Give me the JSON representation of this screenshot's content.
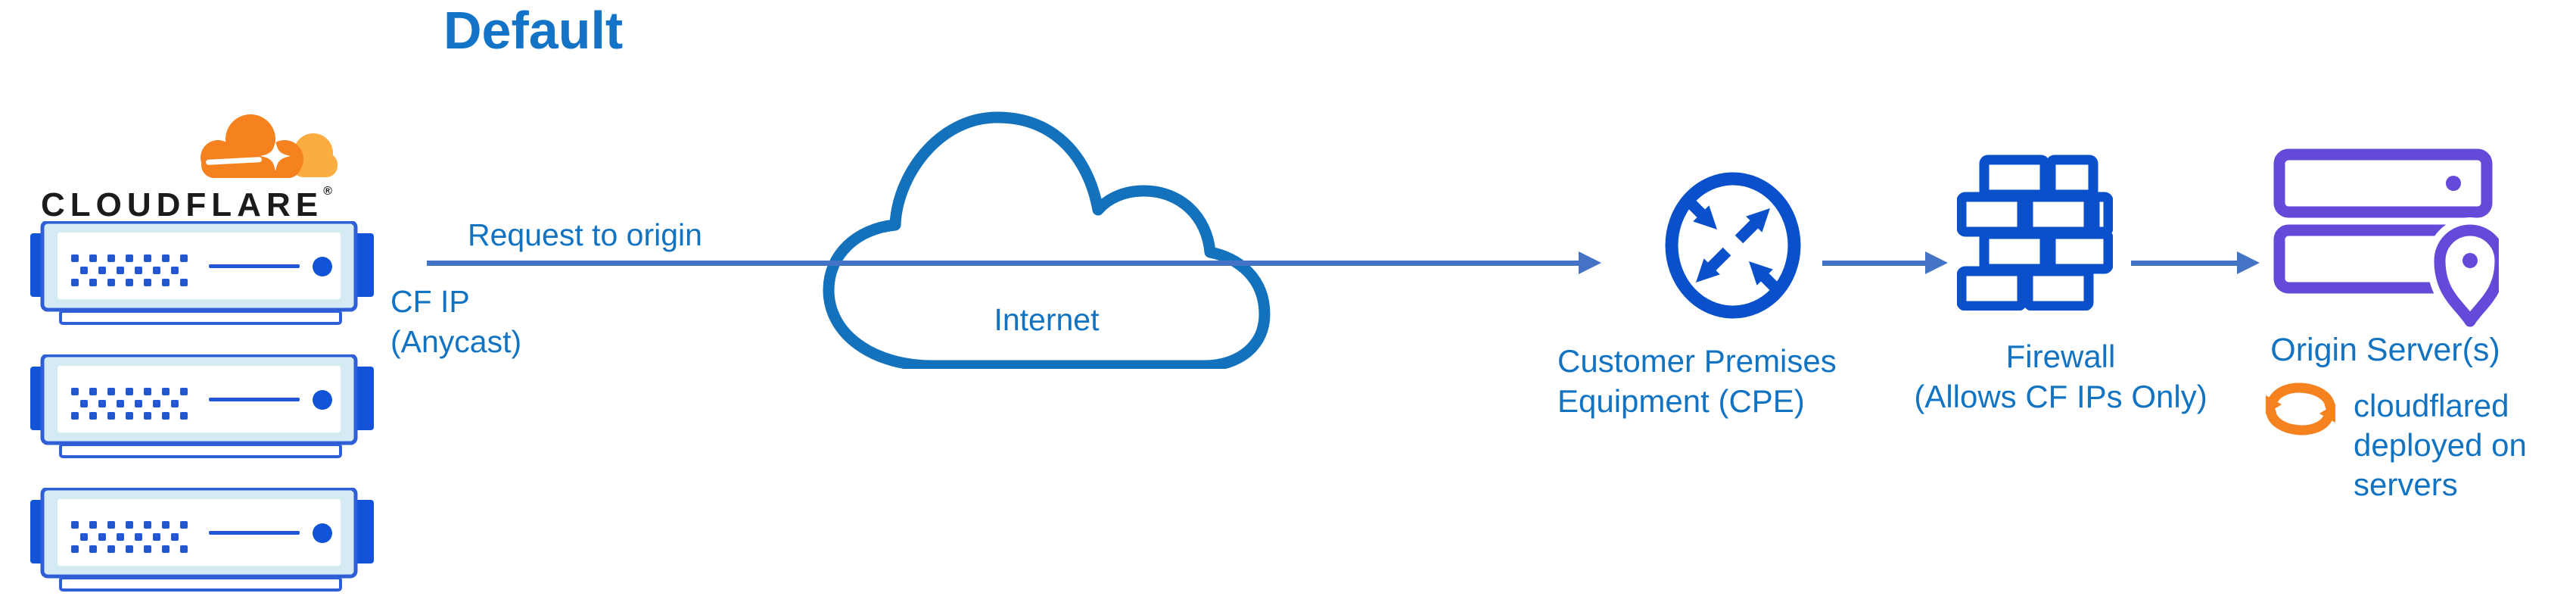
{
  "title": "Default",
  "logo": {
    "wordmark": "CLOUDFLARE",
    "registered": "®"
  },
  "labels": {
    "request": "Request to origin",
    "cf_ip": [
      "CF IP",
      "(Anycast)"
    ],
    "internet": "Internet",
    "cpe": [
      "Customer Premises",
      "Equipment (CPE)"
    ],
    "firewall": [
      "Firewall",
      "(Allows CF IPs Only)"
    ],
    "origin": "Origin Server(s)",
    "cloudflared_note": [
      "cloudflared",
      "deployed on",
      "servers"
    ]
  },
  "icons": {
    "cloudflare-logo-icon": "orange two-tone cloud with white flare",
    "edge-server-icon": "blue rack server with dot-matrix front panel (x3)",
    "internet-cloud-icon": "blue outlined cloud",
    "cpe-router-icon": "blue circle with four diagonal arrows",
    "firewall-icon": "blue brick wall",
    "origin-servers-icon": "purple stacked servers with location pin",
    "sync-icon": "orange circular refresh arrows",
    "arrow-right-icon": "indigo flow arrow"
  },
  "colors": {
    "title_blue": "#1273C7",
    "label_blue": "#1173C2",
    "line_blue": "#4472C4",
    "icon_blue": "#0A50CB",
    "cloud_blue": "#1472BD",
    "tab_blue": "#1353D8",
    "server_border": "#2E5FD7",
    "server_fill": "#D5EBF4",
    "dot_blue": "#2256D2",
    "purple": "#6549D8",
    "orange": "#F6821F",
    "orange_light": "#FBAD41",
    "wordmark_black": "#1B1B1D"
  }
}
